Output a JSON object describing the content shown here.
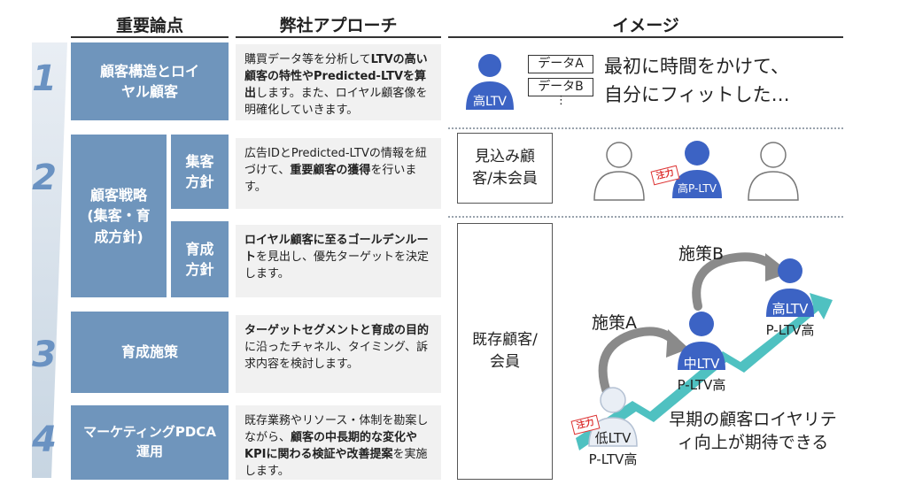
{
  "headers": {
    "col1": "重要論点",
    "col2": "弊社アプローチ",
    "col3": "イメージ"
  },
  "steps": [
    {
      "number": "1",
      "topic": "顧客構造とロイヤル顧客",
      "desc_parts": [
        {
          "text": "購買データ等を分析して"
        },
        {
          "text": "LTVの高い顧客の特性やPredicted-LTVを算出",
          "bold": true
        },
        {
          "text": "します。また、ロイヤル顧客像を明確化していきます。"
        }
      ]
    },
    {
      "number": "2",
      "topic": "顧客戦略(集客・育成方針)",
      "sub": [
        {
          "label": "集客方針",
          "desc_parts": [
            {
              "text": "広告IDとPredicted-LTVの情報を紐づけて、"
            },
            {
              "text": "重要顧客の獲得",
              "bold": true
            },
            {
              "text": "を行います。"
            }
          ]
        },
        {
          "label": "育成方針",
          "desc_parts": [
            {
              "text": "ロイヤル顧客に至るゴールデンルート",
              "bold": true
            },
            {
              "text": "を見出し、優先ターゲットを決定します。"
            }
          ]
        }
      ]
    },
    {
      "number": "3",
      "topic": "育成施策",
      "desc_parts": [
        {
          "text": "ターゲットセグメントと育成の目的",
          "bold": true
        },
        {
          "text": "に沿ったチャネル、タイミング、訴求内容を検討します。"
        }
      ]
    },
    {
      "number": "4",
      "topic": "マーケティングPDCA運用",
      "desc_parts": [
        {
          "text": "既存業務やリソース・体制を勘案しながら、"
        },
        {
          "text": "顧客の中長期的な変化やKPIに関わる検証や改善提案",
          "bold": true
        },
        {
          "text": "を実施します。"
        }
      ]
    }
  ],
  "image_col": {
    "row1": {
      "person_label": "高LTV",
      "data_items": [
        "データA",
        "データB"
      ],
      "ellipsis": "⋮",
      "text": "最初に時間をかけて、自分にフィットした…"
    },
    "row2": {
      "segment": "見込み顧客/未会員",
      "tag": "注力",
      "highlight_label": "高P-LTV"
    },
    "row3": {
      "segment": "既存顧客/会員",
      "measures": [
        "施策A",
        "施策B"
      ],
      "low": {
        "label": "低LTV",
        "sub": "P-LTV高",
        "tag": "注力"
      },
      "mid": {
        "label": "中LTV",
        "sub": "P-LTV高"
      },
      "high": {
        "label": "高LTV",
        "sub": "P-LTV高"
      },
      "caption": "早期の顧客ロイヤリティ向上が期待できる"
    }
  },
  "colors": {
    "topic_blue": "#6f95bc",
    "number_blue": "#6a92c2",
    "person_blue": "#3c63c4",
    "arrow_teal": "#4fc1c1",
    "curve_gray": "#8a8a8a",
    "accent_red": "#d33333"
  }
}
